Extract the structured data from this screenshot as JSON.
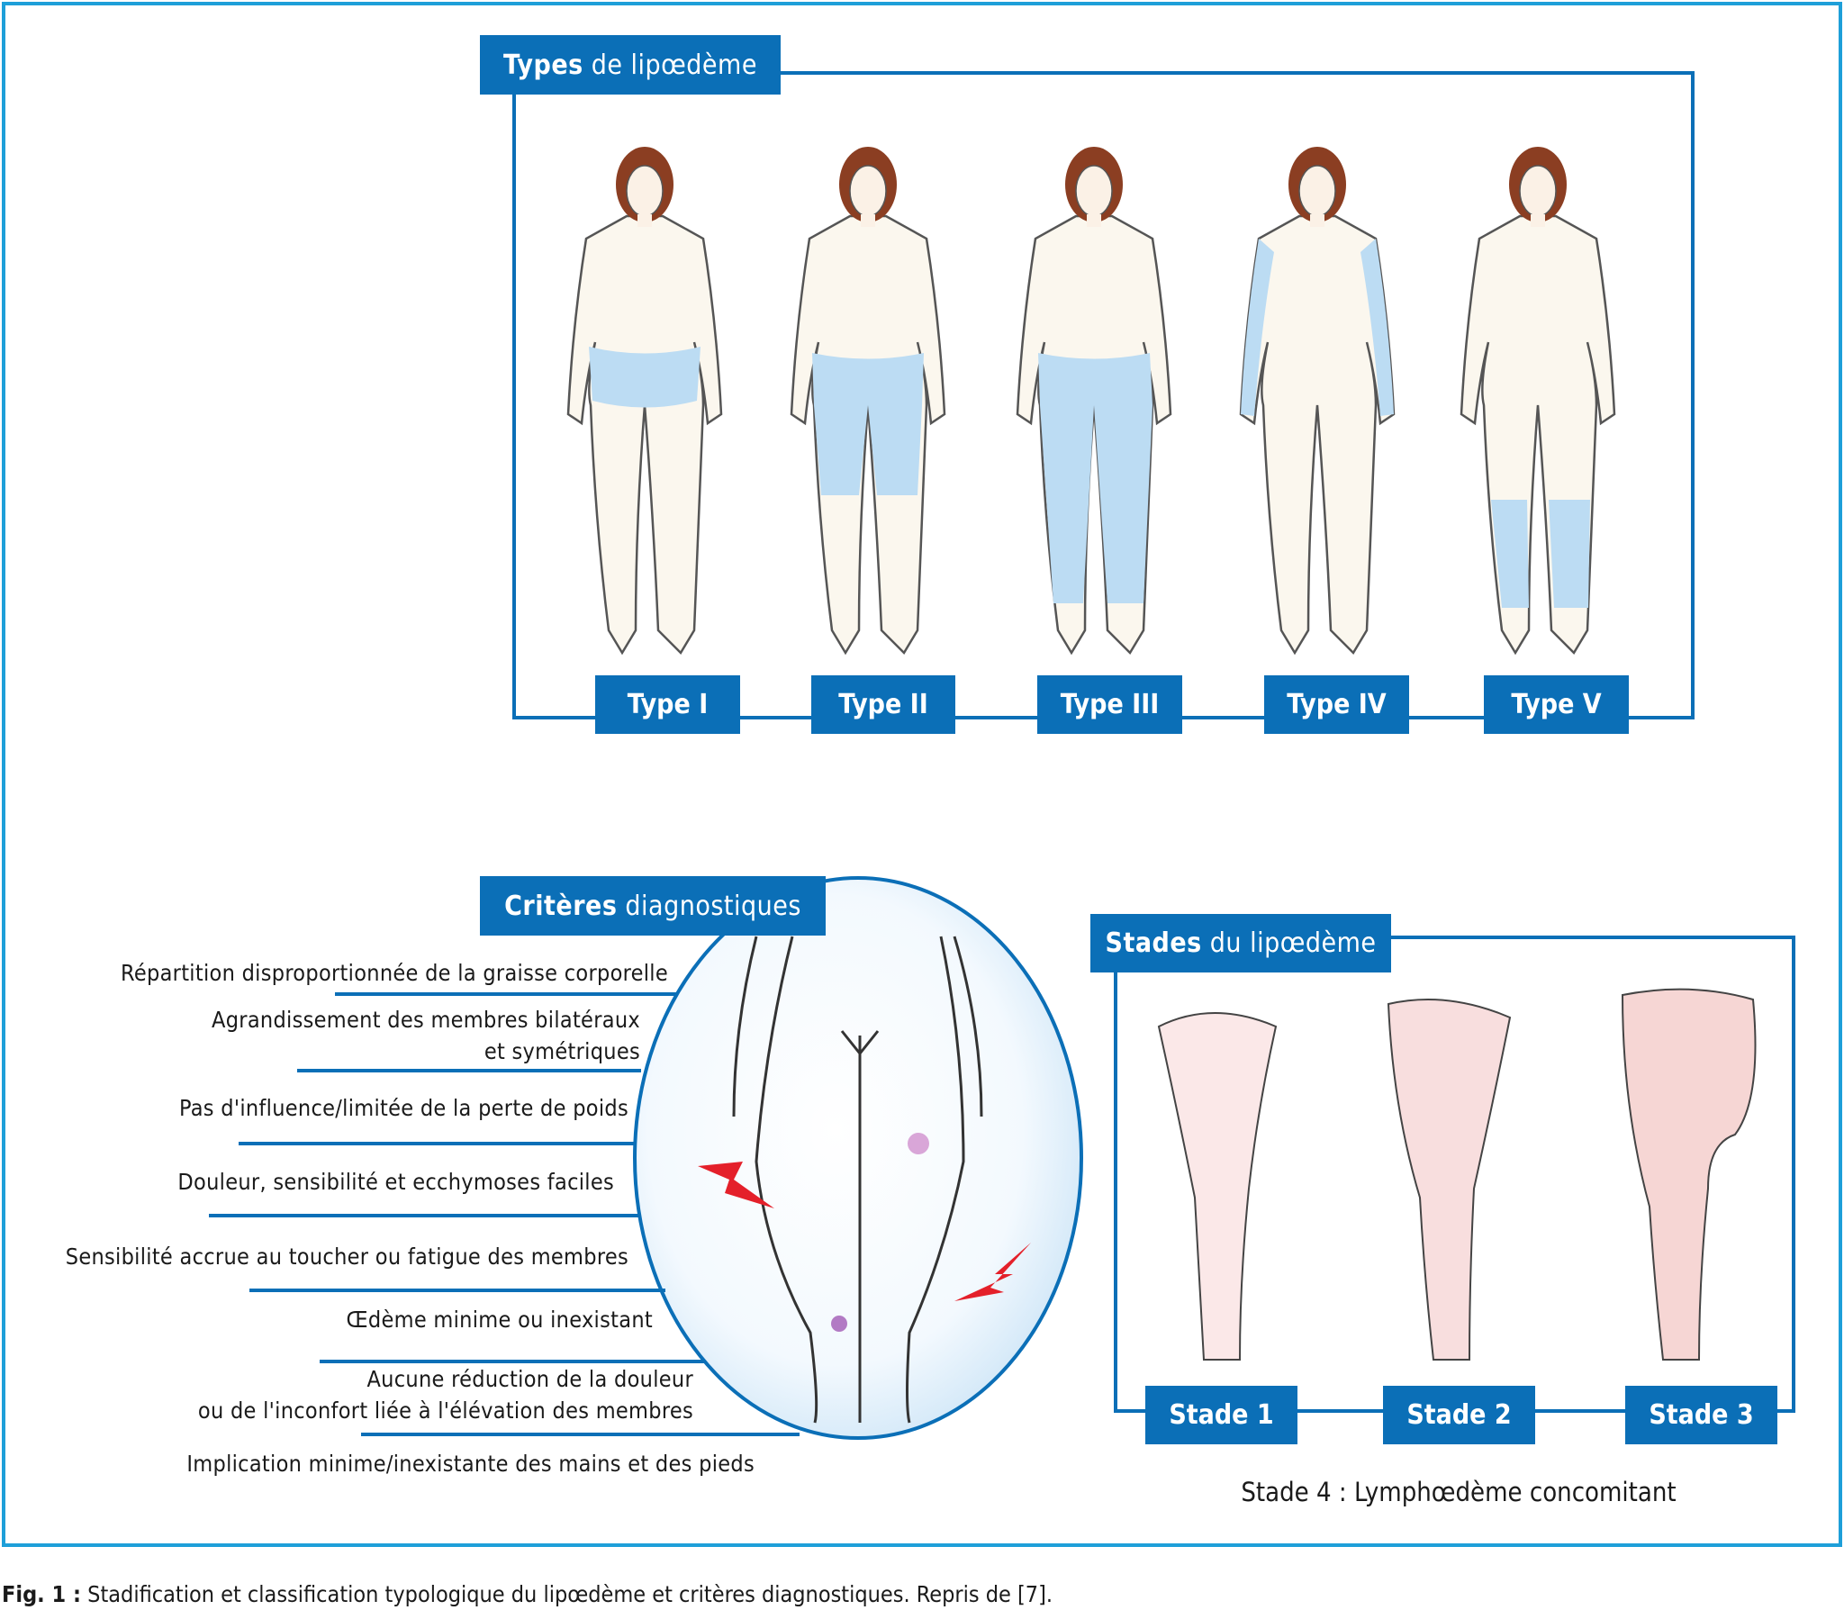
{
  "colors": {
    "accent": "#0b6fb7",
    "outer_border": "#1e9fd9",
    "highlight": "#bcdcf3"
  },
  "types": {
    "header_bold": "Types",
    "header_rest": "de lipœdème",
    "labels": [
      "Type I",
      "Type II",
      "Type III",
      "Type IV",
      "Type V"
    ]
  },
  "criteria": {
    "header_bold": "Critères",
    "header_rest": "diagnostiques",
    "items": [
      "Répartition disproportionnée de la graisse corporelle",
      "Agrandissement des membres bilatéraux",
      "et symétriques",
      "Pas d'influence/limitée de la perte de poids",
      "Douleur, sensibilité et ecchymoses faciles",
      "Sensibilité accrue au toucher ou fatigue des membres",
      "Œdème minime ou inexistant",
      "Aucune réduction de la douleur",
      "ou de l'inconfort liée à l'élévation des membres",
      "Implication minime/inexistante des mains et des pieds"
    ]
  },
  "stages": {
    "header_bold": "Stades",
    "header_rest": "du lipœdème",
    "labels": [
      "Stade 1",
      "Stade 2",
      "Stade 3"
    ],
    "stage4": "Stade 4 : Lymphœdème concomitant"
  },
  "caption": {
    "bold": "Fig. 1 :",
    "text": "Stadification et classification typologique du lipœdème et critères diagnostiques. Repris de [7]."
  }
}
